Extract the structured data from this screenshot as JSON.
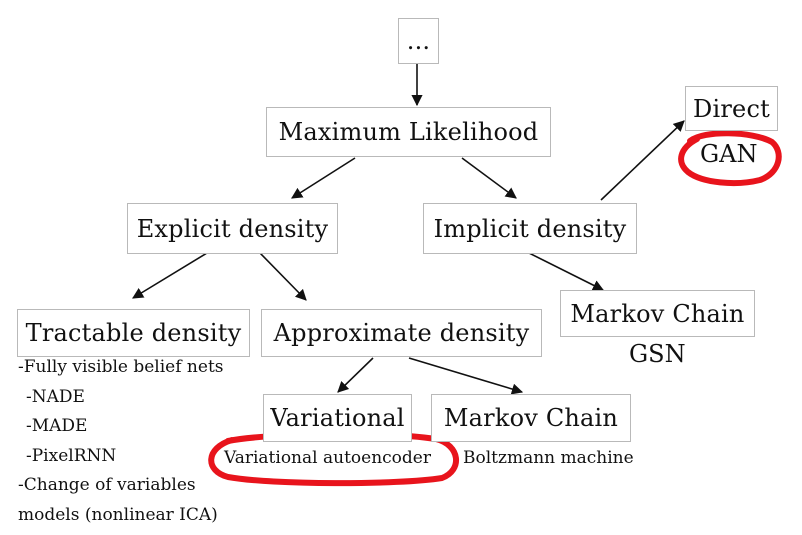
{
  "nodes": {
    "root": "...",
    "maximum_likelihood": "Maximum Likelihood",
    "explicit_density": "Explicit density",
    "implicit_density": "Implicit density",
    "direct": "Direct",
    "tractable_density": "Tractable density",
    "approximate_density": "Approximate density",
    "markov_chain_implicit": "Markov Chain",
    "variational": "Variational",
    "markov_chain_approx": "Markov Chain"
  },
  "labels": {
    "gan": "GAN",
    "gsn": "GSN",
    "variational_autoencoder": "Variational autoencoder",
    "boltzmann_machine": "Boltzmann machine"
  },
  "tractable_notes": [
    "-Fully visible belief nets",
    "-NADE",
    "-MADE",
    "-PixelRNN",
    "-Change of variables",
    "models (nonlinear ICA)"
  ],
  "highlight_color": "#e8141c",
  "highlighted": [
    "GAN",
    "Variational autoencoder"
  ]
}
